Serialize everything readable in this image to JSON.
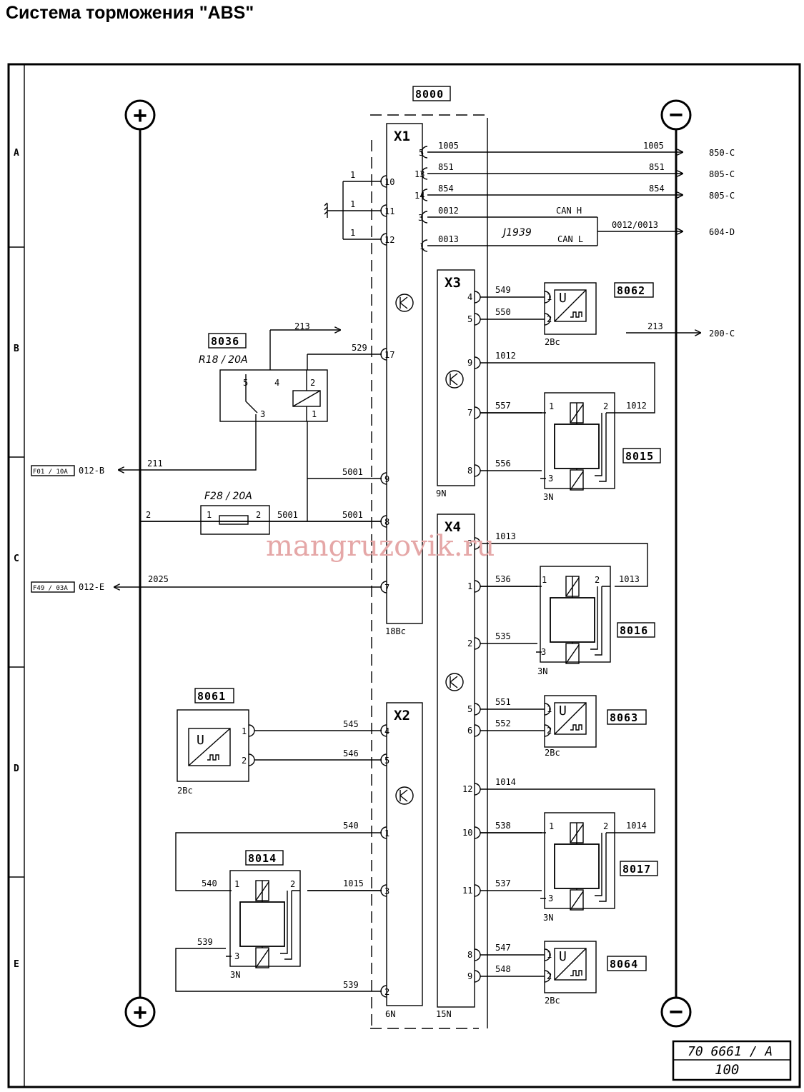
{
  "title": "Система торможения \"ABS\"",
  "watermark": "mangruzovik.ru",
  "row_labels": [
    "A",
    "B",
    "C",
    "D",
    "E"
  ],
  "rails": {
    "plus": "+",
    "minus": "−"
  },
  "ecu_code": "8000",
  "connectors": {
    "x1": {
      "label": "X1",
      "type": "18Bc"
    },
    "x2": {
      "label": "X2",
      "type": "6N"
    },
    "x3": {
      "label": "X3",
      "type": "9N"
    },
    "x4": {
      "label": "X4",
      "type": "15N"
    }
  },
  "can": {
    "protocol": "J1939",
    "can_h": "CAN H",
    "can_l": "CAN L",
    "bus_wire": "0012/0013"
  },
  "x1_pins": [
    "5",
    "13",
    "14",
    "3",
    "1",
    "10",
    "11",
    "12",
    "17",
    "9",
    "8",
    "7"
  ],
  "x1_wires": [
    "1005",
    "851",
    "854",
    "0012",
    "0013",
    "1",
    "1",
    "1",
    "529",
    "5001",
    "5001",
    "2025"
  ],
  "outputs": [
    {
      "wire": "1005",
      "dest": "850-C"
    },
    {
      "wire": "851",
      "dest": "805-C"
    },
    {
      "wire": "854",
      "dest": "805-C"
    },
    {
      "wire": "0012/0013",
      "dest": "604-D"
    },
    {
      "wire": "213",
      "dest": "200-C"
    }
  ],
  "relay": {
    "code": "8036",
    "rating": "R18 / 20A",
    "pins": [
      "5",
      "4",
      "2",
      "3",
      "1"
    ],
    "out_wire": "213"
  },
  "fuse": {
    "rating": "F28 / 20A",
    "pins": [
      "1",
      "2"
    ],
    "in_wire": "2",
    "out_wire": "5001"
  },
  "left_outputs": [
    {
      "fuse": "F01 / 10A",
      "dest": "012-B",
      "wire": "211"
    },
    {
      "fuse": "F49 / 03A",
      "dest": "012-E",
      "wire": "2025"
    }
  ],
  "x3_pins": [
    "4",
    "5",
    "9",
    "7",
    "8"
  ],
  "x3_wires": [
    "549",
    "550",
    "1012",
    "557",
    "556",
    "1012"
  ],
  "x4_pins": [
    "3",
    "1",
    "2",
    "5",
    "6",
    "12",
    "10",
    "11",
    "8",
    "9"
  ],
  "x4_wires": [
    "1013",
    "536",
    "535",
    "1013",
    "551",
    "552",
    "1014",
    "538",
    "537",
    "1014",
    "547",
    "548"
  ],
  "x2_pins": [
    "4",
    "5",
    "1",
    "3",
    "2"
  ],
  "x2_wires": [
    "545",
    "546",
    "540",
    "1015",
    "539",
    "540",
    "539"
  ],
  "sensors": [
    {
      "code": "8062",
      "type": "2Bc",
      "pins": [
        "1",
        "2"
      ]
    },
    {
      "code": "8063",
      "type": "2Bc",
      "pins": [
        "1",
        "2"
      ]
    },
    {
      "code": "8064",
      "type": "2Bc",
      "pins": [
        "1",
        "2"
      ]
    },
    {
      "code": "8061",
      "type": "2Bc",
      "pins": [
        "1",
        "2"
      ]
    }
  ],
  "sensor_letter": "U",
  "valves": [
    {
      "code": "8015",
      "type": "3N",
      "pins": [
        "1",
        "2",
        "3"
      ]
    },
    {
      "code": "8016",
      "type": "3N",
      "pins": [
        "1",
        "2",
        "3"
      ]
    },
    {
      "code": "8017",
      "type": "3N",
      "pins": [
        "1",
        "2",
        "3"
      ]
    },
    {
      "code": "8014",
      "type": "3N",
      "pins": [
        "1",
        "2",
        "3"
      ]
    }
  ],
  "drawing_number": "70 6661 / A",
  "sheet": "100"
}
